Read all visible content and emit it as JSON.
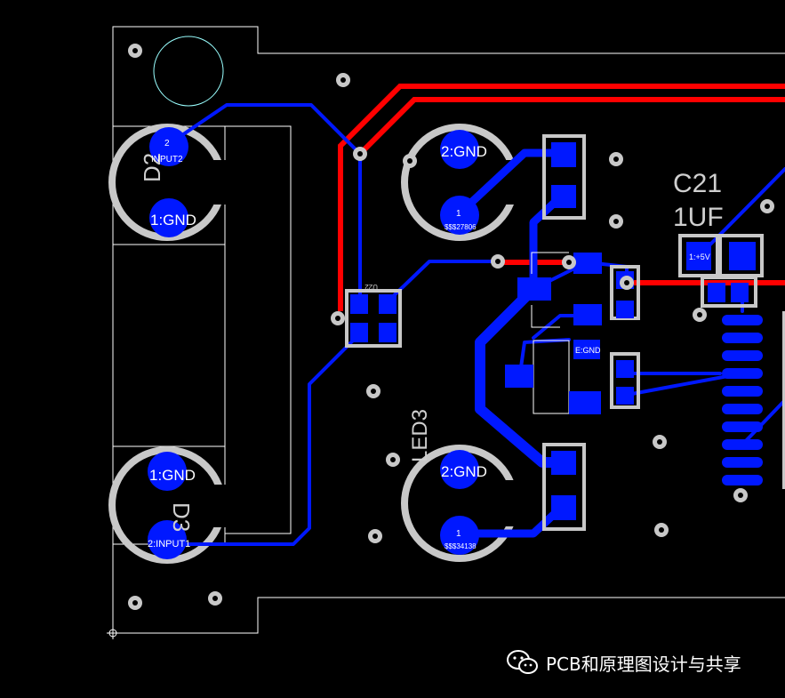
{
  "board": {
    "background": "#000000",
    "trace_blue": "#0018ff",
    "trace_red": "#ff0000",
    "silk": "#c8c8c8"
  },
  "components": {
    "d2_ref": "D2",
    "d2_pin2": "2",
    "d2_net2": "INPUT2",
    "d2_pin1": "1:GND",
    "d3_ref": "D3",
    "d3_pin1": "1:GND",
    "d3_pin2": "2:INPUT1",
    "led_top_pin2": "2:GND",
    "led_top_pin1": "1",
    "led_top_net1": "$$$27806",
    "led_bot_ref": "LED3",
    "led_bot_pin2": "2:GND",
    "led_bot_pin1": "1",
    "led_bot_net1": "$$$34138",
    "c21_ref": "C21",
    "c21_value": "1UF",
    "c21_pin1": "1:+5V",
    "mid_ic_ref": "U22",
    "mid_ic_pin": "E:GND"
  },
  "watermark": {
    "text": "PCB和原理图设计与共享",
    "icon": "wechat-icon"
  }
}
